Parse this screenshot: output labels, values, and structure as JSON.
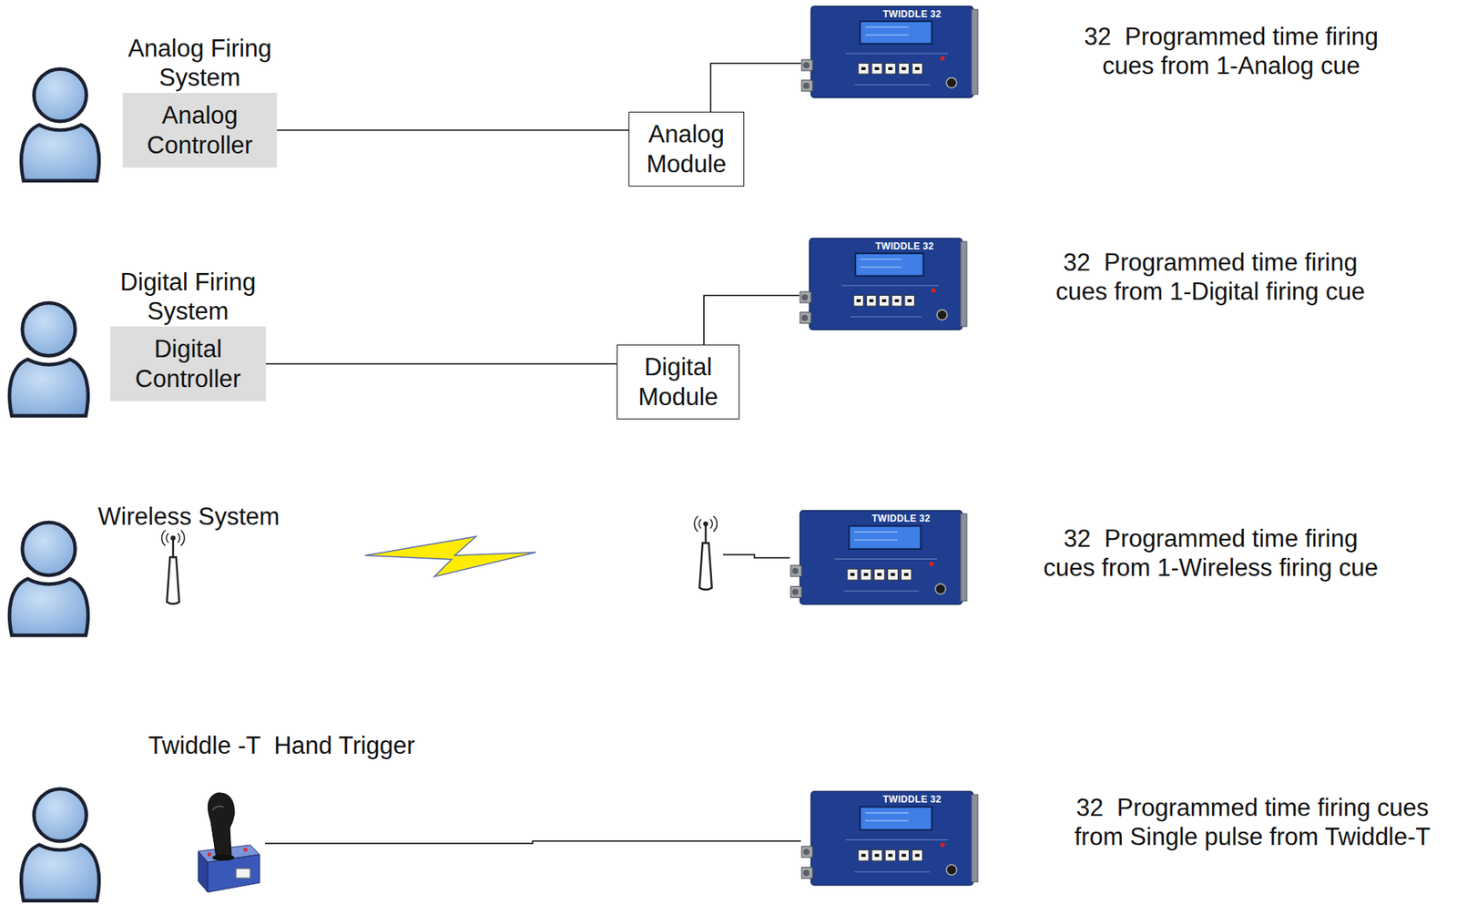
{
  "diagram": {
    "nodes": [
      {
        "text": [
          "Analog Firing System",
          "Analog Controller"
        ]
      },
      {
        "text": [
          "Analog Module"
        ]
      },
      {
        "text": [
          "TWIDDLE 32"
        ]
      },
      {
        "text": [
          "Digital Firing System",
          "Digital Controller"
        ]
      },
      {
        "text": [
          "Digital Module"
        ]
      },
      {
        "text": [
          "TWIDDLE 32"
        ]
      },
      {
        "text": [
          "TWIDDLE 32"
        ]
      },
      {
        "text": [
          "TWIDDLE 32"
        ]
      }
    ],
    "edges": [
      {
        "from": 0,
        "to": 1,
        "arrow": "none"
      },
      {
        "from": 1,
        "to": 2,
        "arrow": "none"
      },
      {
        "from": 3,
        "to": 4,
        "arrow": "none"
      },
      {
        "from": 4,
        "to": 5,
        "arrow": "none"
      }
    ],
    "labels": [
      "32  Programmed time firing cues from 1-Analog cue",
      "32  Programmed time firing cues from 1-Digital firing cue",
      "Wireless System",
      "32  Programmed time firing cues from 1-Wireless firing cue",
      "Twiddle -T  Hand Trigger",
      "32  Programmed time firing cues from Single pulse from Twiddle-T"
    ]
  }
}
